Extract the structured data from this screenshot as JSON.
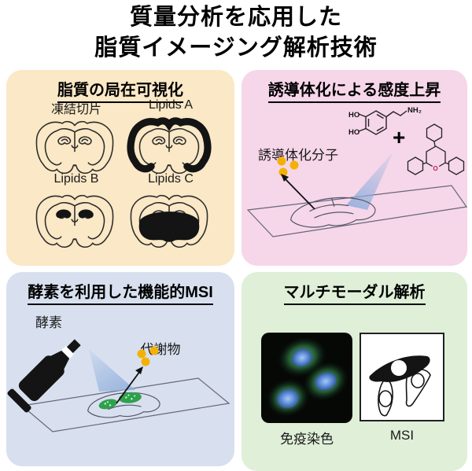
{
  "title": {
    "line1": "質量分析を応用した",
    "line2": "脂質イメージング解析技術"
  },
  "panel1": {
    "heading": "脂質の局在可視化",
    "label_frozen_section": "凍結切片",
    "label_lipids_a": "Lipids A",
    "label_lipids_b": "Lipids B",
    "label_lipids_c": "Lipids C"
  },
  "panel2": {
    "heading": "誘導体化による感度上昇",
    "label_molecule": "誘導体化分子",
    "plus": "+",
    "ho_top": "HO",
    "ho_bottom": "HO",
    "amine": "NH₂",
    "oxygen": "O"
  },
  "panel3": {
    "heading": "酵素を利用した機能的MSI",
    "label_enzyme": "酵素",
    "label_metabolite": "代謝物"
  },
  "panel4": {
    "heading": "マルチモーダル解析",
    "label_immunostaining": "免疫染色",
    "label_msi": "MSI"
  },
  "colors": {
    "panel1_bg": "#FAE8C6",
    "panel2_bg": "#F6D6E9",
    "panel3_bg": "#D8E0EF",
    "panel4_bg": "#DFEFD8",
    "dot_orange": "#F4B104",
    "beam_blue": "#8FAEDC",
    "stain_green": "#2FA14C",
    "nucleus_blue": "#5B8BD8",
    "ink_black": "#141414"
  }
}
